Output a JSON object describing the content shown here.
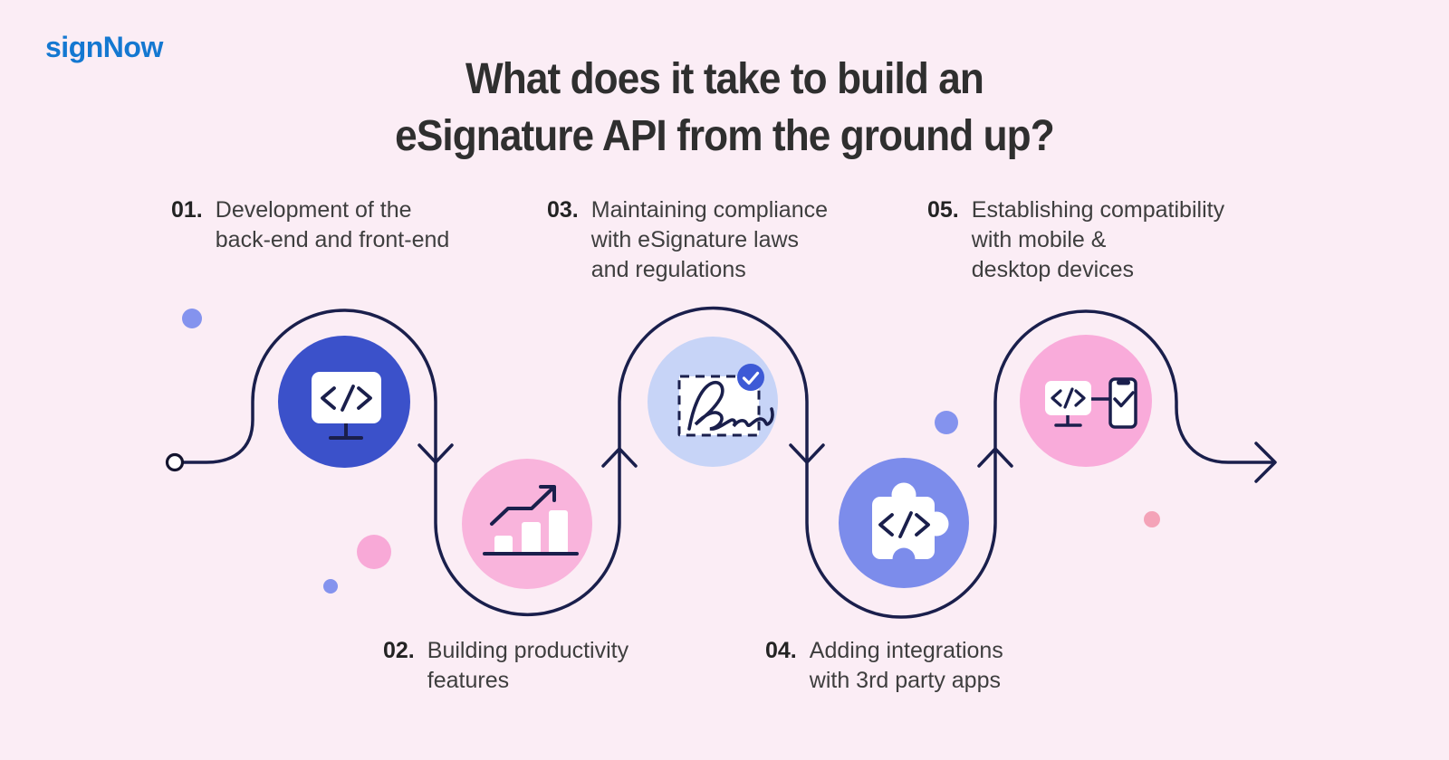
{
  "logo": {
    "text": "signNow",
    "color": "#1478D1"
  },
  "title": {
    "line1": "What does it take to build an",
    "line2": "eSignature API from the ground up?",
    "color": "#2F2F2F"
  },
  "steps": [
    {
      "number": "01.",
      "lines": [
        "Development of the",
        "back-end and front-end"
      ],
      "circle_color": "#3B51CA",
      "icon": "code-monitor-icon"
    },
    {
      "number": "02.",
      "lines": [
        "Building productivity",
        "features"
      ],
      "circle_color": "#F9B4DC",
      "icon": "growth-bar-chart-icon"
    },
    {
      "number": "03.",
      "lines": [
        "Maintaining compliance",
        "with eSignature laws",
        "and regulations"
      ],
      "circle_color": "#C7D4F7",
      "icon": "signature-verified-icon"
    },
    {
      "number": "04.",
      "lines": [
        "Adding integrations",
        "with 3rd party apps"
      ],
      "circle_color": "#7C8CEB",
      "icon": "puzzle-code-icon"
    },
    {
      "number": "05.",
      "lines": [
        "Establishing compatibility",
        "with mobile &",
        "desktop devices"
      ],
      "circle_color": "#F9ABDA",
      "icon": "cross-device-icon"
    }
  ],
  "colors": {
    "background": "#FBEDF5",
    "line_navy": "#1A1F4C",
    "badge_blue": "#3D5AD6",
    "icon_white": "#FFFFFF",
    "dot_periwinkle": "#8493EE",
    "dot_pink": "#F8A9D7",
    "dot_salmon": "#F4A3B8",
    "text_dark": "#3E3E3E",
    "number_dark": "#232323"
  }
}
